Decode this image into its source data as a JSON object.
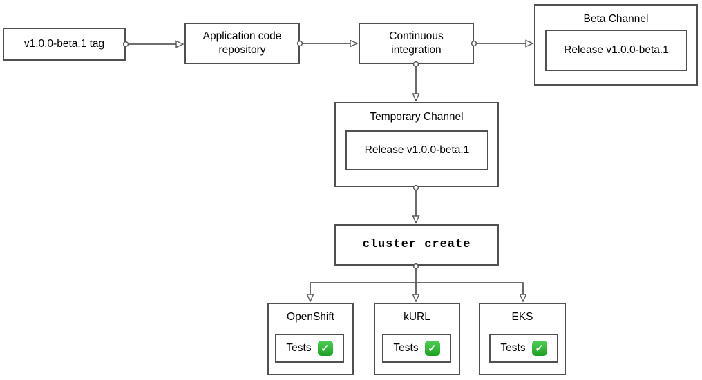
{
  "diagram": {
    "type": "flowchart",
    "nodes": {
      "tag": {
        "label": "v1.0.0-beta.1 tag"
      },
      "repo": {
        "label": "Application code repository"
      },
      "ci": {
        "label": "Continuous integration"
      },
      "beta_channel": {
        "title": "Beta Channel",
        "release_label": "Release v1.0.0-beta.1"
      },
      "temp_channel": {
        "title": "Temporary Channel",
        "release_label": "Release v1.0.0-beta.1"
      },
      "cluster_create": {
        "label": "cluster create"
      },
      "clusters": [
        {
          "title": "OpenShift",
          "tests_label": "Tests",
          "status_icon": "check-mark-emoji",
          "check_glyph": "✓"
        },
        {
          "title": "kURL",
          "tests_label": "Tests",
          "status_icon": "check-mark-emoji",
          "check_glyph": "✓"
        },
        {
          "title": "EKS",
          "tests_label": "Tests",
          "status_icon": "check-mark-emoji",
          "check_glyph": "✓"
        }
      ]
    },
    "edges": [
      {
        "from": "tag",
        "to": "repo"
      },
      {
        "from": "repo",
        "to": "ci"
      },
      {
        "from": "ci",
        "to": "beta_channel"
      },
      {
        "from": "ci",
        "to": "temp_channel"
      },
      {
        "from": "temp_channel",
        "to": "cluster_create"
      },
      {
        "from": "cluster_create",
        "to": "openshift"
      },
      {
        "from": "cluster_create",
        "to": "kurl"
      },
      {
        "from": "cluster_create",
        "to": "eks"
      }
    ],
    "colors": {
      "background": "#ffffff",
      "node_fill": "#ffffff",
      "node_border": "#505050",
      "connector": "#595959",
      "text": "#000000",
      "check_green_top": "#4fd055",
      "check_green_bottom": "#1ca023",
      "check_mark": "#ffffff"
    }
  }
}
